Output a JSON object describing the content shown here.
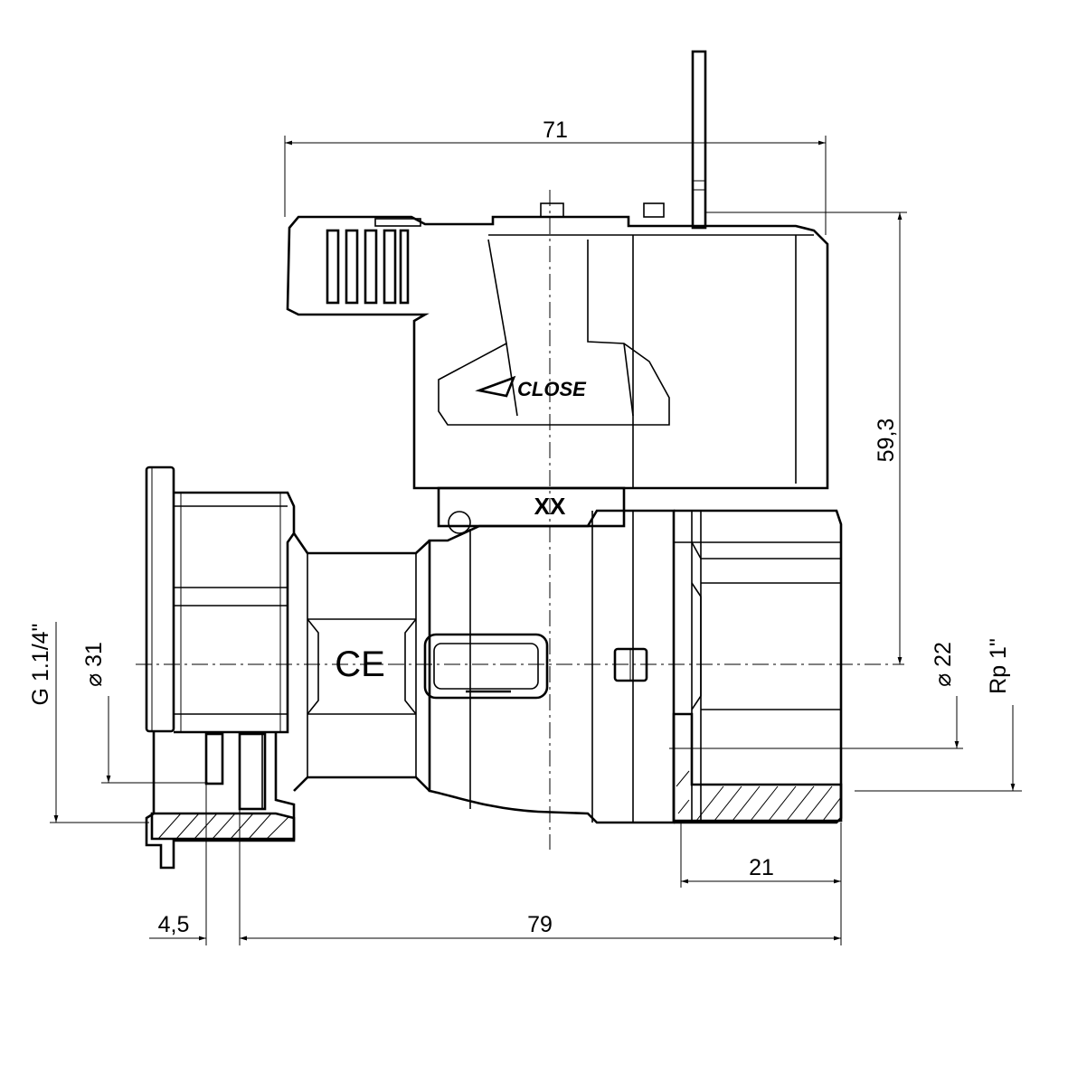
{
  "drawing": {
    "dimensions": {
      "width_top": "71",
      "height_right": "59,3",
      "diameter_right": "⌀ 22",
      "thread_right": "Rp 1\"",
      "thread_left": "G 1.1/4\"",
      "diameter_left": "⌀ 31",
      "width_socket": "21",
      "offset_left": "4,5",
      "length_overall": "79"
    },
    "markings": {
      "close_label": "CLOSE",
      "body_mark": "XX",
      "ce_mark": "CE"
    }
  }
}
